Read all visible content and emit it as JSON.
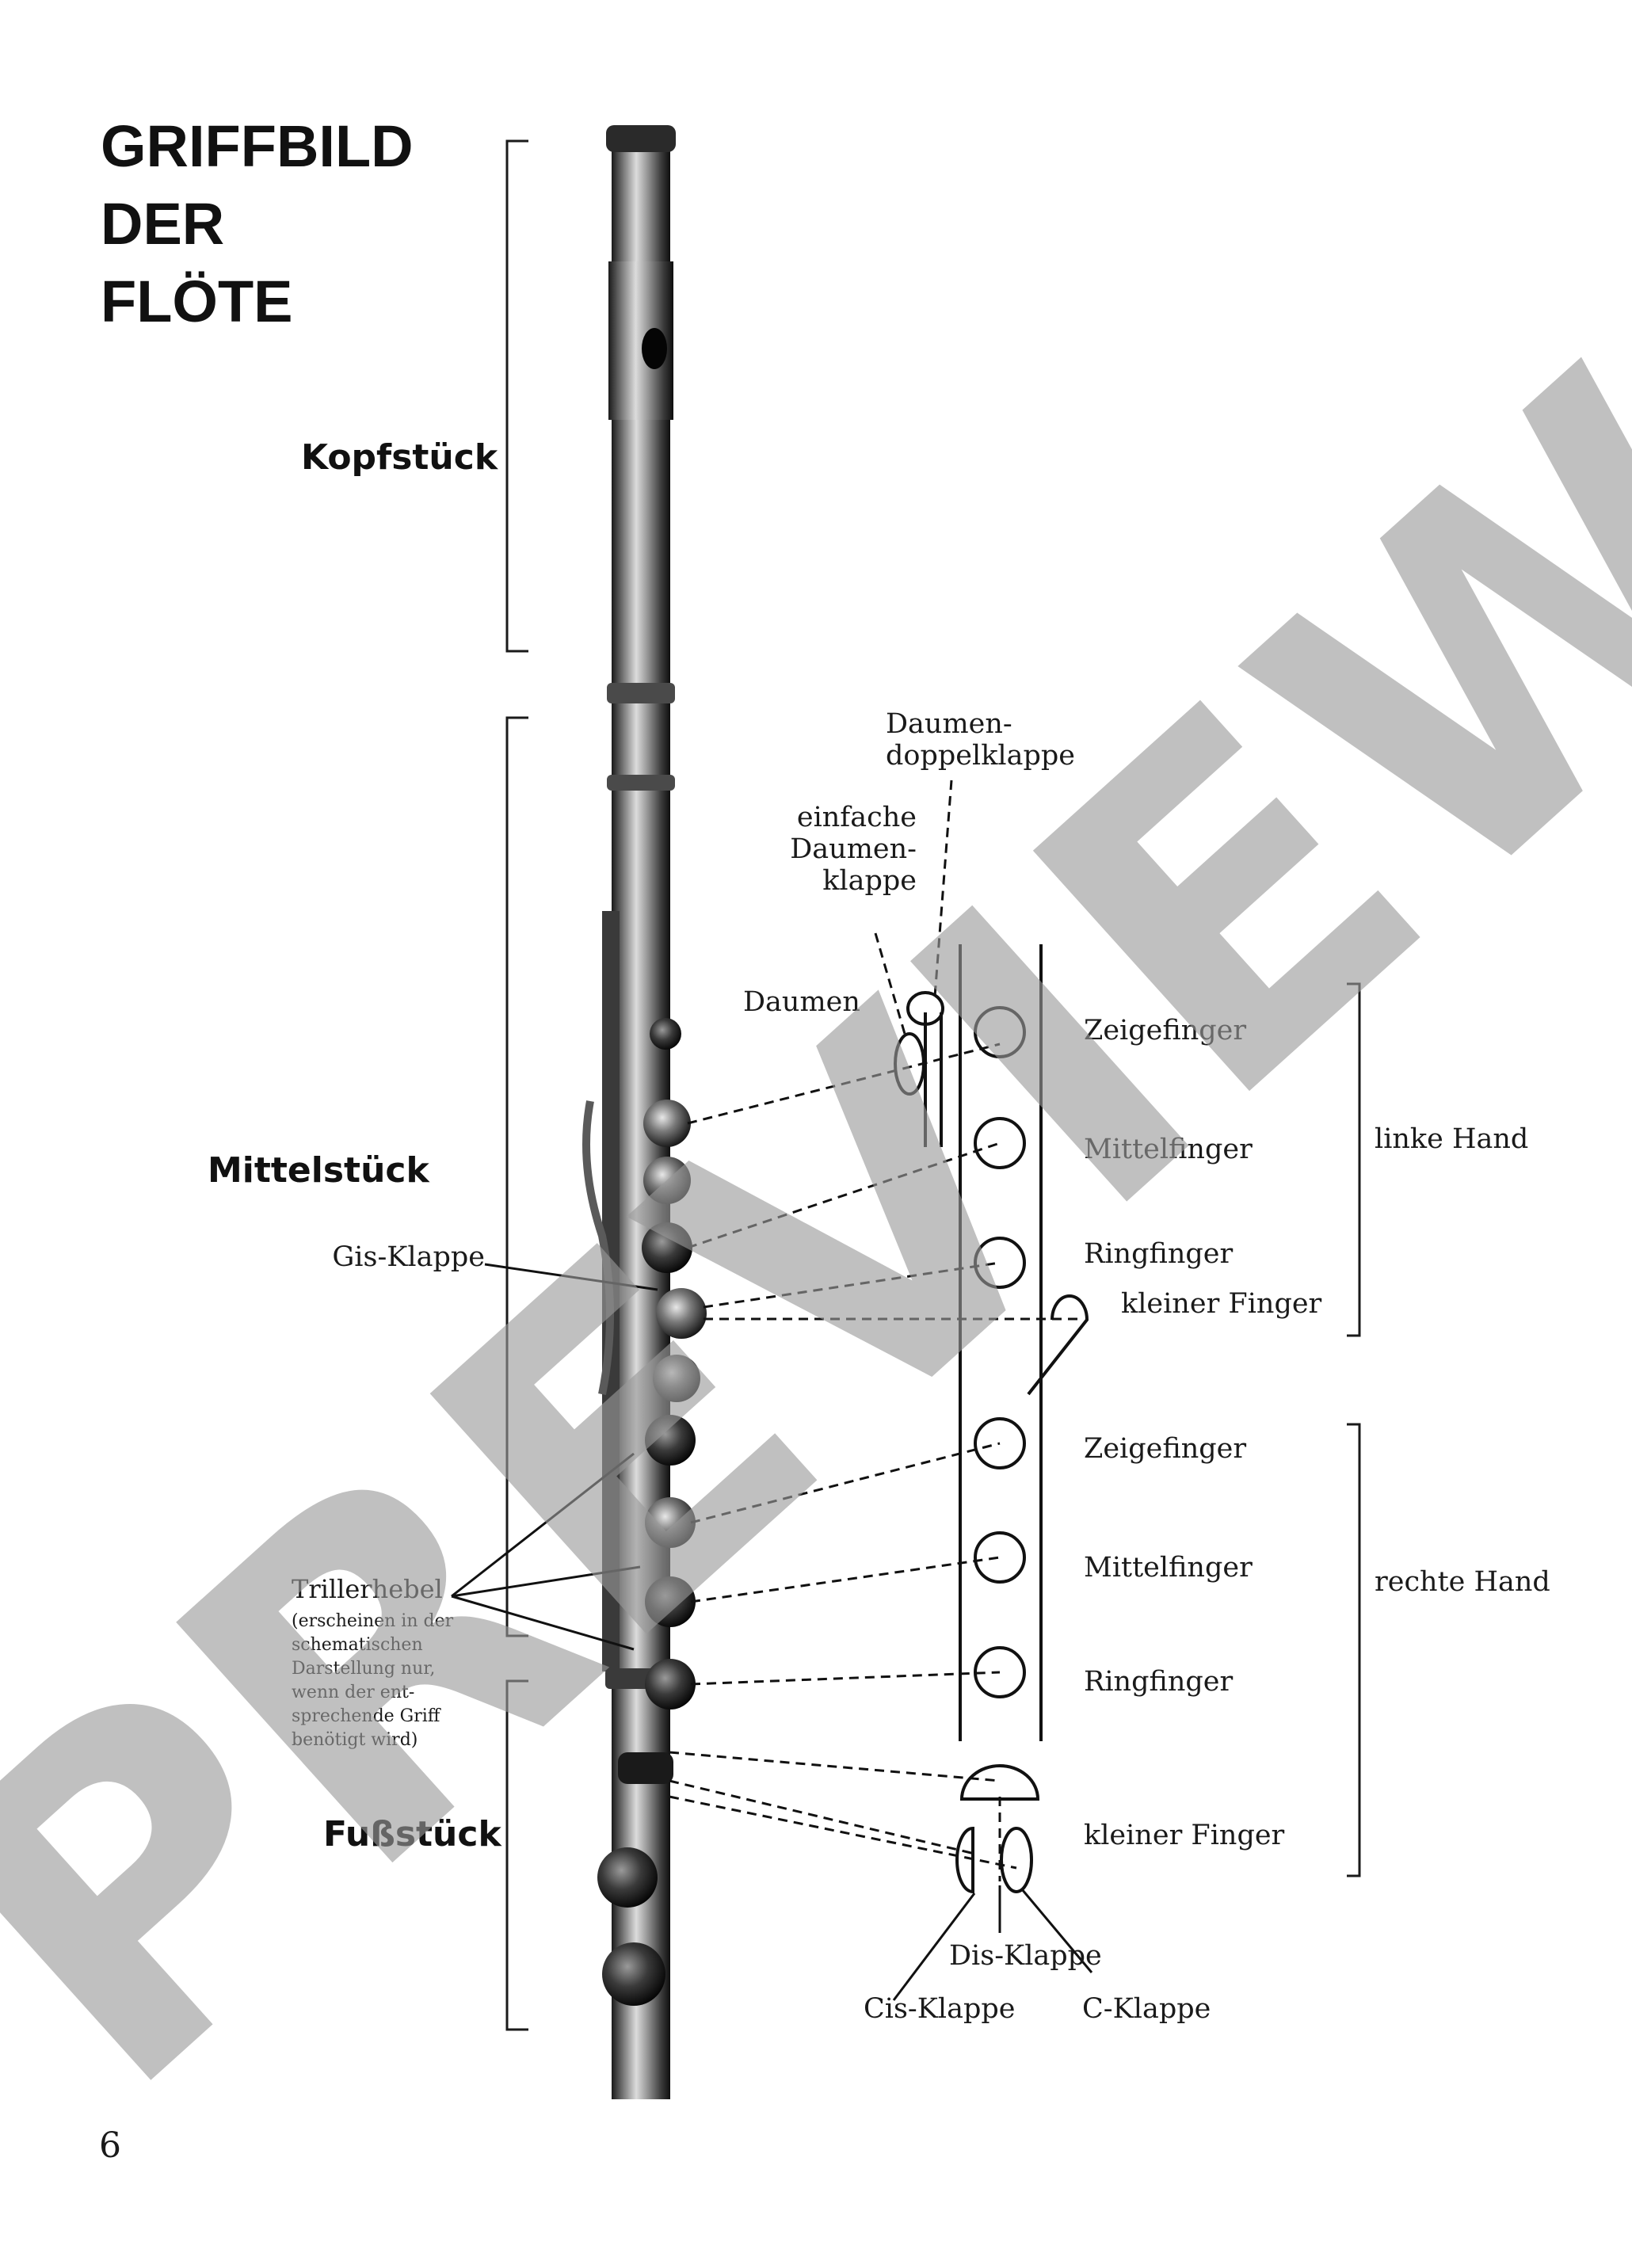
{
  "title": {
    "line1": "GRIFFBILD",
    "line2": "DER",
    "line3": "FLÖTE"
  },
  "sections": {
    "head": "Kopfstück",
    "middle": "Mittelstück",
    "foot": "Fußstück"
  },
  "thumb_keys": {
    "double_line1": "Daumen-",
    "double_line2": "doppelklappe",
    "single_line1": "einfache",
    "single_line2": "Daumen-",
    "single_line3": "klappe",
    "thumb": "Daumen"
  },
  "left_hand": {
    "label": "linke Hand",
    "index": "Zeigefinger",
    "middle": "Mittelfinger",
    "ring": "Ringfinger",
    "little": "kleiner Finger"
  },
  "right_hand": {
    "label": "rechte Hand",
    "index": "Zeigefinger",
    "middle": "Mittelfinger",
    "ring": "Ringfinger",
    "little": "kleiner Finger"
  },
  "keys": {
    "gis": "Gis-Klappe",
    "dis": "Dis-Klappe",
    "cis": "Cis-Klappe",
    "c": "C-Klappe"
  },
  "trill": {
    "title": "Trillerhebel",
    "note1": "(erscheinen in der",
    "note2": "schematischen",
    "note3": "Darstellung nur,",
    "note4": "wenn der ent-",
    "note5": "sprechende Griff",
    "note6": "benötigt wird)"
  },
  "page_number": "6",
  "watermark": "PREVIEW"
}
